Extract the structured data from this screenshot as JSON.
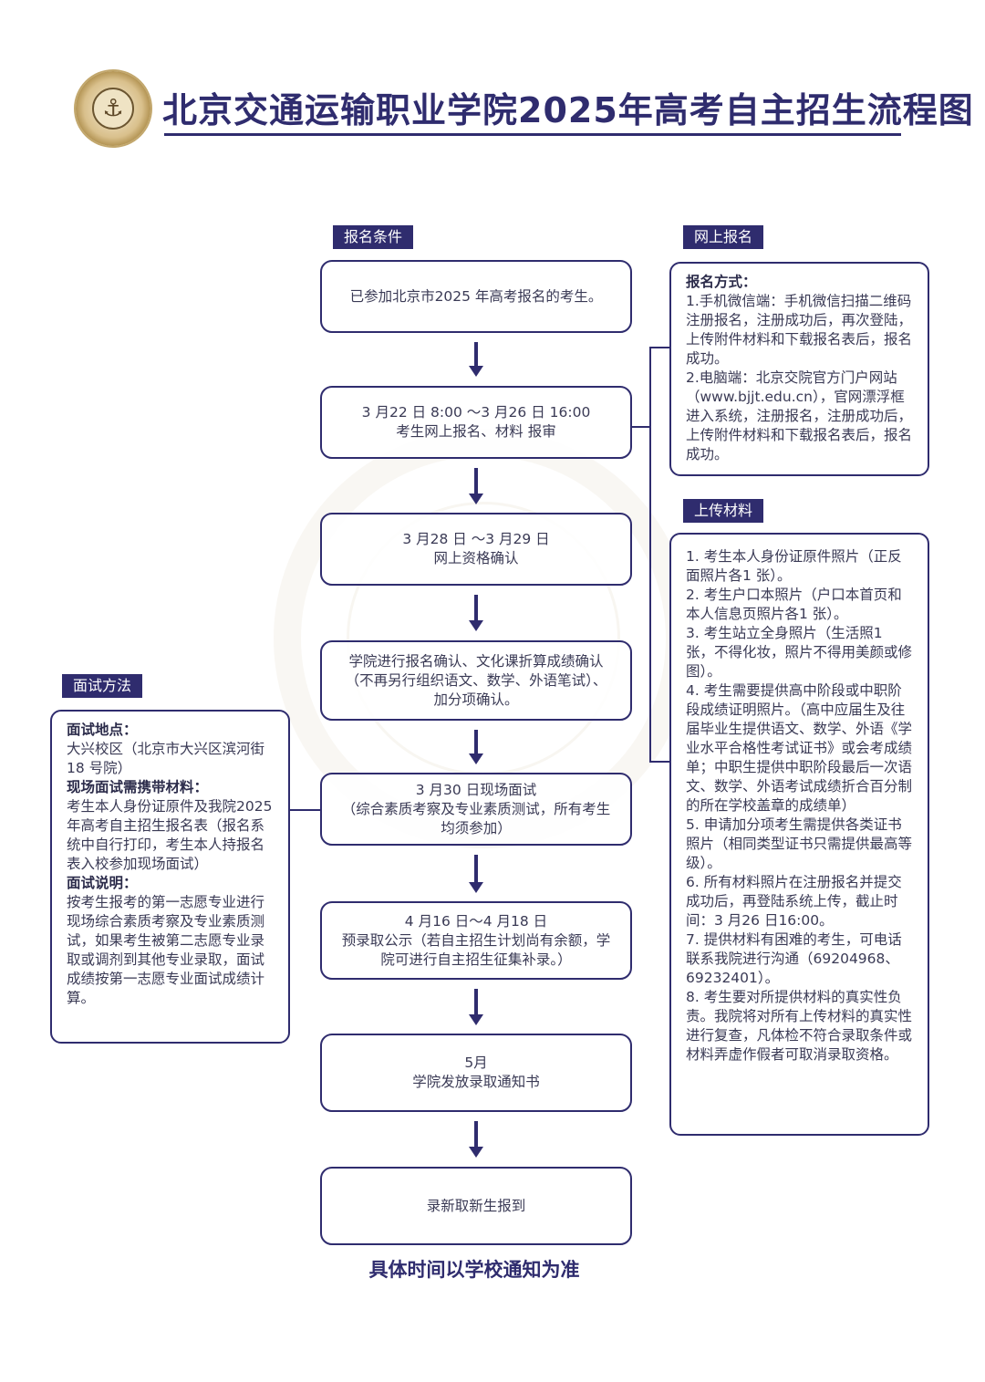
{
  "header": {
    "title": "北京交通运输职业学院2025年高考自主招生流程图"
  },
  "tags": {
    "conditions": "报名条件",
    "online": "网上报名",
    "upload": "上传材料",
    "interview": "面试方法"
  },
  "flow": [
    {
      "line1": "已参加北京市2025 年高考报名的考生。",
      "line2": ""
    },
    {
      "line1": "3 月22 日 8:00 ～3 月26 日 16:00",
      "line2": "考生网上报名、材料 报审"
    },
    {
      "line1": "3 月28 日 ～3 月29 日",
      "line2": "网上资格确认"
    },
    {
      "line1": "学院进行报名确认、文化课折算成绩确认（不再另行组织语文、数学、外语笔试）、加分项确认。",
      "line2": ""
    },
    {
      "line1": "3 月30 日现场面试",
      "line2": "（综合素质考察及专业素质测试，所有考生均须参加）"
    },
    {
      "line1": "4 月16 日～4 月18 日",
      "line2": "预录取公示（若自主招生计划尚有余额，学院可进行自主招生征集补录。）"
    },
    {
      "line1": "5月",
      "line2": "学院发放录取通知书"
    },
    {
      "line1": "录新取新生报到",
      "line2": ""
    }
  ],
  "online_panel": {
    "heading": "报名方式：",
    "items": [
      "1.手机微信端：手机微信扫描二维码注册报名，注册成功后，再次登陆，上传附件材料和下载报名表后，报名成功。",
      "2.电脑端：北京交院官方门户网站（www.bjjt.edu.cn），官网漂浮框进入系统，注册报名，注册成功后，上传附件材料和下载报名表后，报名成功。"
    ]
  },
  "upload_panel": {
    "items": [
      "1. 考生本人身份证原件照片（正反面照片各1 张）。",
      "2. 考生户口本照片（户口本首页和本人信息页照片各1 张）。",
      "3. 考生站立全身照片（生活照1 张，不得化妆，照片不得用美颜或修图）。",
      "4. 考生需要提供高中阶段或中职阶段成绩证明照片。（高中应届生及往届毕业生提供语文、数学、外语《学业水平合格性考试证书》或会考成绩单；中职生提供中职阶段最后一次语文、数学、外语考试成绩折合百分制的所在学校盖章的成绩单）",
      "5. 申请加分项考生需提供各类证书照片（相同类型证书只需提供最高等级）。",
      "6. 所有材料照片在注册报名并提交成功后，再登陆系统上传，截止时间：3 月26 日16:00。",
      "7. 提供材料有困难的考生，可电话联系我院进行沟通（69204968、69232401）。",
      "8. 考生要对所提供材料的真实性负责。我院将对所有上传材料的真实性进行复查，凡体检不符合录取条件或材料弄虚作假者可取消录取资格。"
    ]
  },
  "interview_panel": {
    "place_heading": "面试地点：",
    "place": "大兴校区（北京市大兴区滨河街18 号院）",
    "materials_heading": "现场面试需携带材料：",
    "materials": "考生本人身份证原件及我院2025年高考自主招生报名表（报名系统中自行打印，考生本人持报名表入校参加现场面试）",
    "notes_heading": "面试说明：",
    "notes": "按考生报考的第一志愿专业进行现场综合素质考察及专业素质测试，如果考生被第二志愿专业录取或调剂到其他专业录取，面试成绩按第一志愿专业面试成绩计算。"
  },
  "footer": "具体时间以学校通知为准",
  "colors": {
    "primary": "#2f2c6e",
    "logo_gold": "#c2a76c"
  }
}
